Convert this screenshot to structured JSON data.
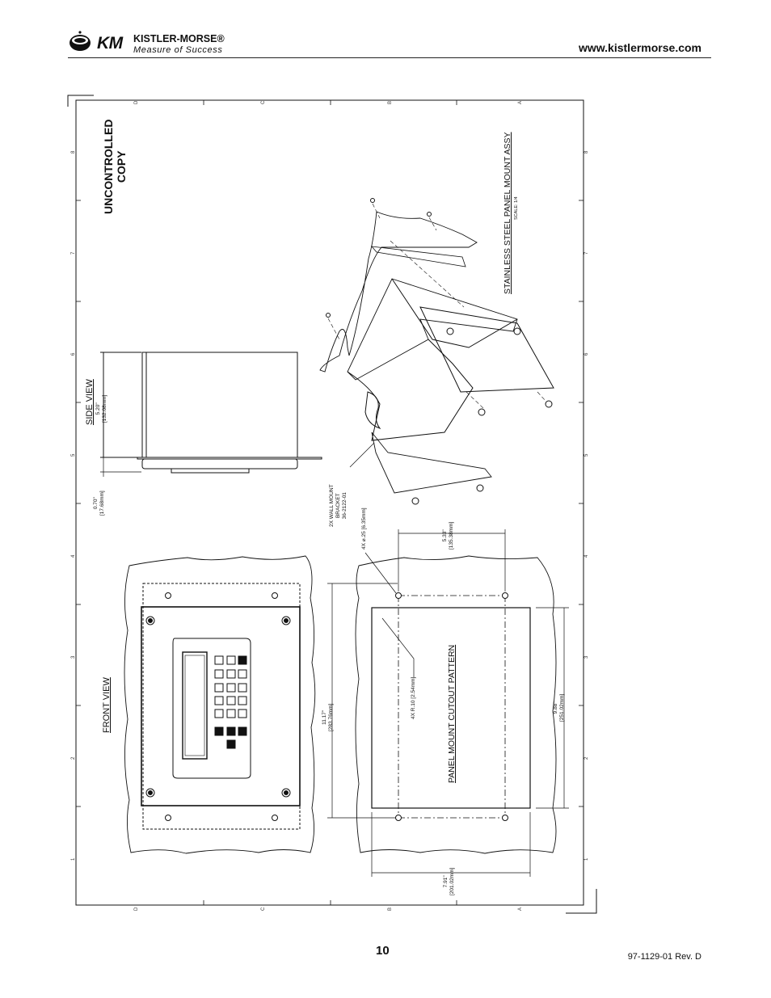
{
  "header": {
    "logo_mark": "KM",
    "logo_name": "KISTLER-MORSE®",
    "logo_tagline": "Measure of Success",
    "website": "www.kistlermorse.com"
  },
  "drawing": {
    "stamp_line1": "UNCONTROLLED",
    "stamp_line2": "COPY",
    "side_view_label": "SIDE VIEW",
    "side_dim_height": "5.20\"",
    "side_dim_height_mm": "[132.08mm]",
    "side_dim_flange": "0.70\"",
    "side_dim_flange_mm": "[17.68mm]",
    "front_view_label": "FRONT VIEW",
    "front_dim_height": "11.17\"",
    "front_dim_height_mm": "[283.76mm]",
    "assy_title": "STAINLESS STEEL PANEL MOUNT ASSY",
    "assy_scale": "SCALE: 1/4",
    "bracket_qty": "2X  WALL  MOUNT",
    "bracket_name": "BRACKET",
    "bracket_part": "36-2122-01",
    "hole_note": "4X ⌀.25 [6.35mm]",
    "cutout_title": "PANEL MOUNT CUTOUT PATTERN",
    "cutout_dim_top": "5.33\"",
    "cutout_dim_top_mm": "[135.38mm]",
    "corner_radius": "4X R.10 [2.54mm]",
    "cutout_dim_height": "9.88\"",
    "cutout_dim_height_mm": "[251.02mm]",
    "cutout_dim_width": "7.91\"",
    "cutout_dim_width_mm": "[201.02mm]",
    "zone_letters": [
      "D",
      "C",
      "B",
      "A"
    ],
    "zone_numbers": [
      "8",
      "7",
      "6",
      "5",
      "4",
      "3",
      "2",
      "1"
    ]
  },
  "footer": {
    "page_number": "10",
    "doc_rev": "97-1129-01 Rev. D"
  }
}
